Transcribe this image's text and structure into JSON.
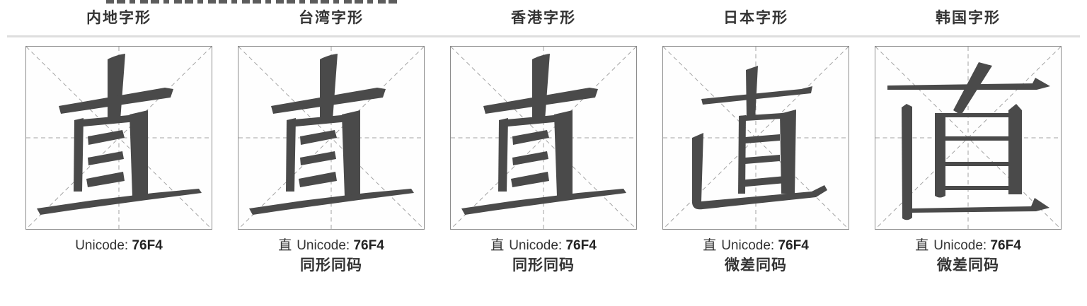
{
  "glyph": {
    "character": "直",
    "codepoint_hex": "76F4"
  },
  "columns": [
    {
      "header": "内地字形",
      "sample_char": "",
      "unicode_label": "Unicode:",
      "codepoint": "76F4",
      "status": ""
    },
    {
      "header": "台湾字形",
      "sample_char": "直",
      "unicode_label": "Unicode:",
      "codepoint": "76F4",
      "status": "同形同码"
    },
    {
      "header": "香港字形",
      "sample_char": "直",
      "unicode_label": "Unicode:",
      "codepoint": "76F4",
      "status": "同形同码"
    },
    {
      "header": "日本字形",
      "sample_char": "直",
      "unicode_label": "Unicode:",
      "codepoint": "76F4",
      "status": "微差同码"
    },
    {
      "header": "韩国字形",
      "sample_char": "直",
      "unicode_label": "Unicode:",
      "codepoint": "76F4",
      "status": "微差同码"
    }
  ],
  "colors": {
    "glyph_ink": "#4a4a4a",
    "guide_line": "#a3a3a3",
    "box_border": "#8c8c8c",
    "divider": "#dedede",
    "header_text": "#333333"
  }
}
